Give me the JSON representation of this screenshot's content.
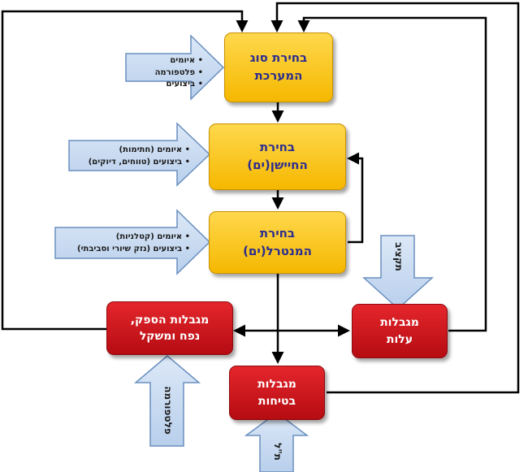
{
  "boxes": {
    "system_type": "בחירת סוג המערכת",
    "seeker": "בחירת החיישן(ים)",
    "neutralizer": "בחירת המנטרל(ים)",
    "supplier": "מגבלות הספק, נפח ומשקל",
    "cost": "מגבלות עלות",
    "safety": "מגבלות בטיחות"
  },
  "inputs": {
    "top": [
      "איומים",
      "פלטפורמה",
      "ביצועים"
    ],
    "middle": [
      "איומים (חתימות)",
      "ביצועים (טווחים, דיוקים)"
    ],
    "lower": [
      "איומים (קטלניות)",
      "ביצועים (נזק שיורי וסביבתי)"
    ],
    "budget": "תקציב",
    "platform": "פלטפורמה",
    "range": "ת\"ל"
  },
  "colors": {
    "yellow_box": "#f5b800",
    "red_box": "#c8161c",
    "input_arrow": "#c6d9f1",
    "input_arrow_border": "#6a8fbf",
    "text_blue": "#2b2d8f",
    "connector": "#000000"
  }
}
